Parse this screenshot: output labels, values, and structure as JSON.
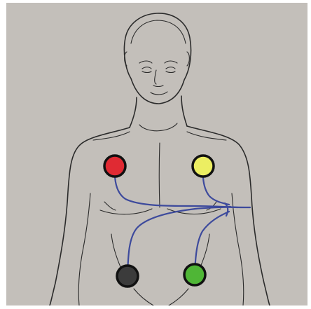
{
  "colors": {
    "background": "#c3bfba",
    "outline": "#2b2b2b",
    "lead_wire": "#3d4a9c"
  },
  "electrodes": [
    {
      "id": "right-arm",
      "color": "#e02a33"
    },
    {
      "id": "left-arm",
      "color": "#ecee62"
    },
    {
      "id": "right-leg",
      "color": "#3b3b3b"
    },
    {
      "id": "left-leg",
      "color": "#4fb636"
    }
  ]
}
